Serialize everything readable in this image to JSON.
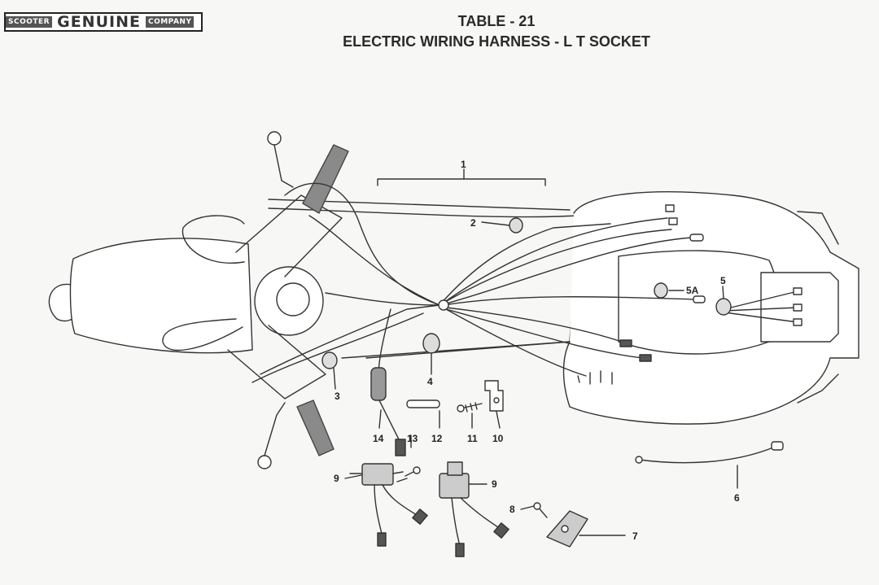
{
  "logo": {
    "left": "SCOOTER",
    "middle": "GENUINE",
    "right": "COMPANY"
  },
  "title": {
    "line1": "TABLE - 21",
    "line2": "ELECTRIC WIRING HARNESS - L T SOCKET"
  },
  "callouts": {
    "c1": "1",
    "c2": "2",
    "c3": "3",
    "c4": "4",
    "c5": "5",
    "c5a": "5A",
    "c6": "6",
    "c7": "7",
    "c8": "8",
    "c9a": "9",
    "c9b": "9",
    "c10": "10",
    "c11": "11",
    "c12": "12",
    "c13": "13",
    "c14": "14"
  }
}
